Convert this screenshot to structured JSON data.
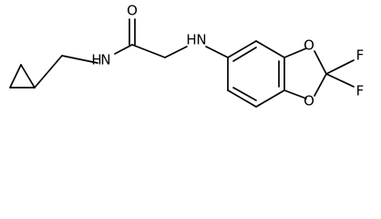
{
  "molecule": {
    "atoms": {
      "o_carbonyl": "O",
      "n_amide": "N",
      "h_amide": "H",
      "n_amine": "N",
      "h_amine": "H",
      "o_ring_top": "O",
      "o_ring_bottom": "O",
      "f_top": "F",
      "f_bottom": "F"
    }
  }
}
